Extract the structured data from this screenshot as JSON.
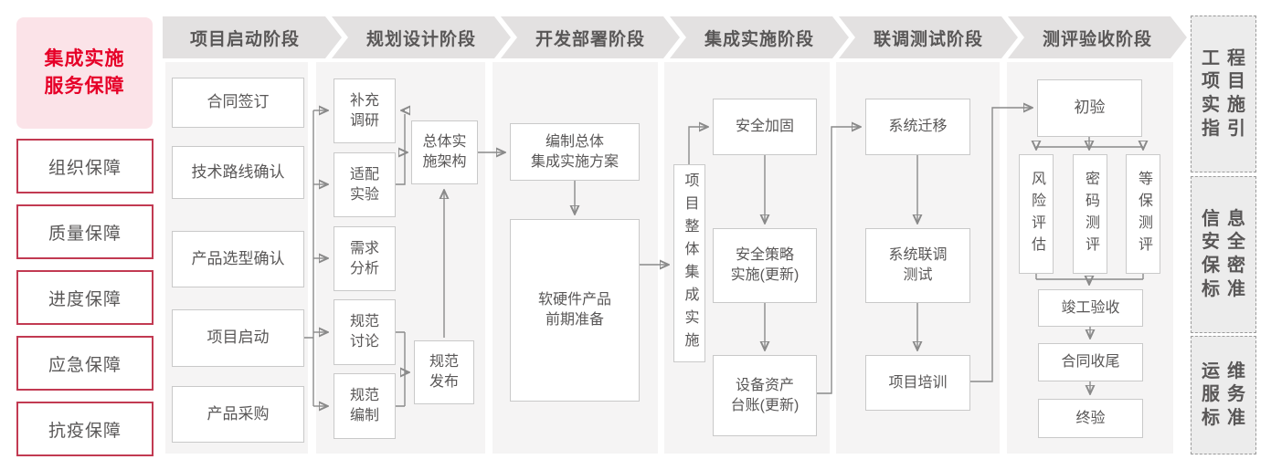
{
  "colors": {
    "accent_red": "#e60028",
    "sidebar_border_red": "#c23a52",
    "sidebar_pink_bg": "#fbe3e8",
    "banner_gray": "#e3e1e1",
    "panel_gray": "#f5f4f4",
    "box_border_gray": "#c9c9c9",
    "text_gray": "#595757",
    "line_gray": "#8a8a8a"
  },
  "sidebar": {
    "title": "集成实施\n服务保障",
    "items": [
      {
        "label": "组织保障"
      },
      {
        "label": "质量保障"
      },
      {
        "label": "进度保障"
      },
      {
        "label": "应急保障"
      },
      {
        "label": "抗疫保障"
      }
    ]
  },
  "stages": [
    {
      "label": "项目启动阶段",
      "boxes": [
        {
          "label": "合同签订"
        },
        {
          "label": "技术路线确认"
        },
        {
          "label": "产品选型确认"
        },
        {
          "label": "项目启动"
        },
        {
          "label": "产品采购"
        }
      ]
    },
    {
      "label": "规划设计阶段",
      "boxes": [
        {
          "label": "补充\n调研"
        },
        {
          "label": "适配\n实验"
        },
        {
          "label": "需求\n分析"
        },
        {
          "label": "规范\n讨论"
        },
        {
          "label": "规范\n编制"
        },
        {
          "label": "总体实\n施架构"
        },
        {
          "label": "规范\n发布"
        }
      ]
    },
    {
      "label": "开发部署阶段",
      "boxes": [
        {
          "label": "编制总体\n集成实施方案"
        },
        {
          "label": "软硬件产品\n前期准备"
        }
      ]
    },
    {
      "label": "集成实施阶段",
      "boxes": [
        {
          "label": "项目整体集成实施"
        },
        {
          "label": "安全加固"
        },
        {
          "label": "安全策略\n实施(更新)"
        },
        {
          "label": "设备资产\n台账(更新)"
        }
      ]
    },
    {
      "label": "联调测试阶段",
      "boxes": [
        {
          "label": "系统迁移"
        },
        {
          "label": "系统联调\n测试"
        },
        {
          "label": "项目培训"
        }
      ]
    },
    {
      "label": "测评验收阶段",
      "boxes": [
        {
          "label": "初验"
        },
        {
          "label": "风险评估"
        },
        {
          "label": "密码测评"
        },
        {
          "label": "等保测评"
        },
        {
          "label": "竣工验收"
        },
        {
          "label": "合同收尾"
        },
        {
          "label": "终验"
        }
      ]
    }
  ],
  "references": [
    {
      "label": "工程\n项目\n实施\n指引"
    },
    {
      "label": "信息\n安全\n保密\n标准"
    },
    {
      "label": "运维\n服务\n标准"
    }
  ],
  "edges": [
    [
      "project-kickoff",
      "supplementary-research"
    ],
    [
      "project-kickoff",
      "adaptation-test"
    ],
    [
      "project-kickoff",
      "requirement-analysis"
    ],
    [
      "project-kickoff",
      "spec-discussion"
    ],
    [
      "project-kickoff",
      "spec-drafting"
    ],
    [
      "adaptation-test",
      "supplementary-research"
    ],
    [
      "adaptation-test",
      "overall-implementation-architecture"
    ],
    [
      "spec-discussion",
      "spec-release"
    ],
    [
      "spec-drafting",
      "spec-release"
    ],
    [
      "spec-release",
      "overall-implementation-architecture"
    ],
    [
      "overall-implementation-architecture",
      "overall-integration-plan"
    ],
    [
      "overall-integration-plan",
      "hw-sw-preparation"
    ],
    [
      "hw-sw-preparation",
      "overall-project-integration"
    ],
    [
      "overall-project-integration",
      "security-hardening"
    ],
    [
      "security-hardening",
      "security-policy-implementation"
    ],
    [
      "security-policy-implementation",
      "asset-ledger-update"
    ],
    [
      "asset-ledger-update",
      "system-migration"
    ],
    [
      "system-migration",
      "system-joint-testing"
    ],
    [
      "system-joint-testing",
      "project-training"
    ],
    [
      "project-training",
      "initial-acceptance"
    ],
    [
      "initial-acceptance",
      "risk-assessment"
    ],
    [
      "initial-acceptance",
      "crypto-evaluation"
    ],
    [
      "initial-acceptance",
      "mlps-evaluation"
    ],
    [
      "risk-assessment",
      "completion-acceptance"
    ],
    [
      "crypto-evaluation",
      "completion-acceptance"
    ],
    [
      "mlps-evaluation",
      "completion-acceptance"
    ],
    [
      "completion-acceptance",
      "contract-closure"
    ],
    [
      "contract-closure",
      "final-acceptance"
    ]
  ]
}
